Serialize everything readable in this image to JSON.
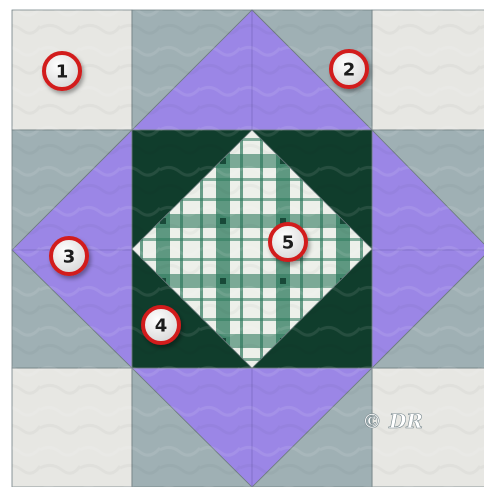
{
  "quilt_block": {
    "fabrics": {
      "background": "#e7e7e3",
      "gray_blue": "#9fb0b4",
      "purple": "#9b86e6",
      "dark_green": "#103d2c",
      "plaid_light": "#edf0ea",
      "plaid_green": "#2e7a5d"
    },
    "labels": [
      {
        "id": "1",
        "text": "1"
      },
      {
        "id": "2",
        "text": "2"
      },
      {
        "id": "3",
        "text": "3"
      },
      {
        "id": "4",
        "text": "4"
      },
      {
        "id": "5",
        "text": "5"
      }
    ],
    "badge_ring_color": "#d21a1a",
    "copyright": "© DR"
  }
}
